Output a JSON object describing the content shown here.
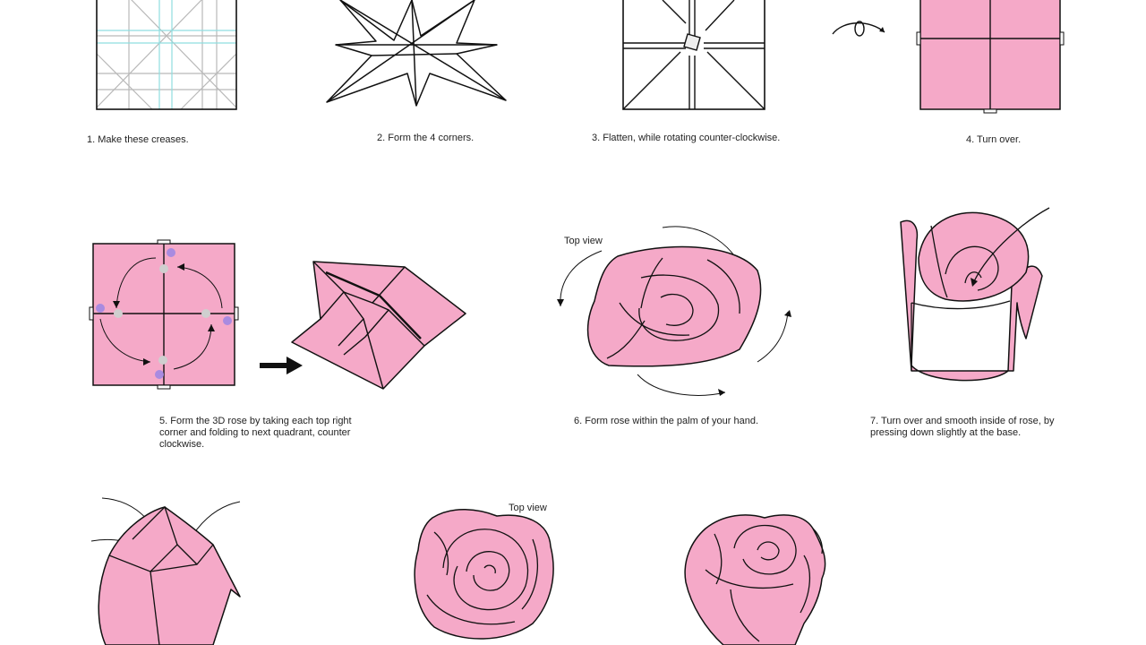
{
  "colors": {
    "paper_pink": "#f5a9c8",
    "crease_cyan": "#8fdde0",
    "crease_gray": "#b9b9b9",
    "dot_gray": "#cfcfcf",
    "dot_purple": "#a98be0",
    "ink": "#111111"
  },
  "icons": [
    "turn-over-icon",
    "arrow-right-icon",
    "curved-arrow-icon"
  ],
  "steps": [
    {
      "caption": "1. Make these creases."
    },
    {
      "caption": "2. Form the 4 corners."
    },
    {
      "caption": "3. Flatten, while rotating counter-clockwise."
    },
    {
      "caption": "4. Turn over."
    },
    {
      "caption_lines": [
        "5. Form the 3D rose by taking each top right",
        "corner and folding to next quadrant, counter",
        "clockwise."
      ]
    },
    {
      "caption": "6. Form rose within the palm of your hand.",
      "label": "Top view"
    },
    {
      "caption_lines": [
        "7. Turn over and smooth inside of rose, by",
        "pressing down slightly at the base."
      ]
    }
  ],
  "final": {
    "label": "Top view"
  }
}
